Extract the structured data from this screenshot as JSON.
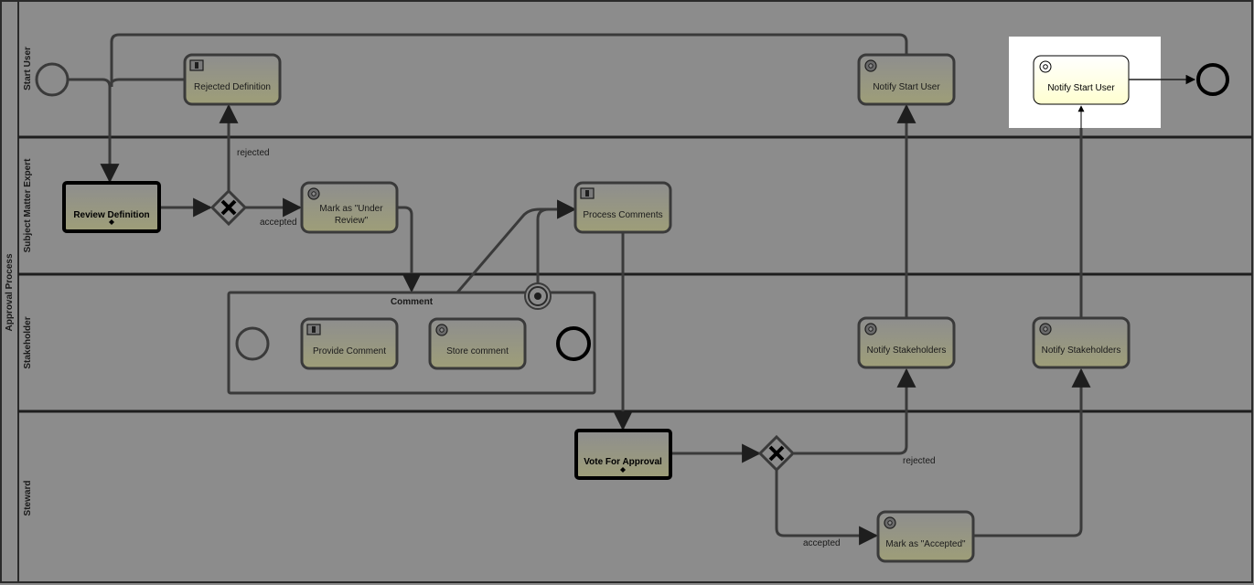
{
  "pool": {
    "label": "Approval Process"
  },
  "lanes": [
    {
      "label": "Start User"
    },
    {
      "label": "Subject Matter Expert"
    },
    {
      "label": "Stakeholder"
    },
    {
      "label": "Steward"
    }
  ],
  "tasks": {
    "rejected_definition": "Rejected Definition",
    "notify_start_user_1": "Notify Start User",
    "notify_start_user_2": "Notify Start User",
    "review_definition": "Review Definition",
    "mark_under_review_line1": "Mark as \"Under",
    "mark_under_review_line2": "Review\"",
    "process_comments": "Process Comments",
    "provide_comment": "Provide Comment",
    "store_comment": "Store comment",
    "notify_stakeholders_1": "Notify Stakeholders",
    "notify_stakeholders_2": "Notify Stakeholders",
    "vote_for_approval": "Vote For Approval",
    "mark_accepted": "Mark as \"Accepted\""
  },
  "subprocess": {
    "label": "Comment"
  },
  "flow_labels": {
    "rejected_1": "rejected",
    "accepted_1": "accepted",
    "rejected_2": "rejected",
    "accepted_2": "accepted"
  },
  "colors": {
    "overlay_background": "#8c8c8c",
    "dimmed_task_fill": "#9a9a7a",
    "highlight_task_fill": "#ffffd6",
    "highlight_backdrop": "#ffffff",
    "outline": "#3a3a3a"
  }
}
